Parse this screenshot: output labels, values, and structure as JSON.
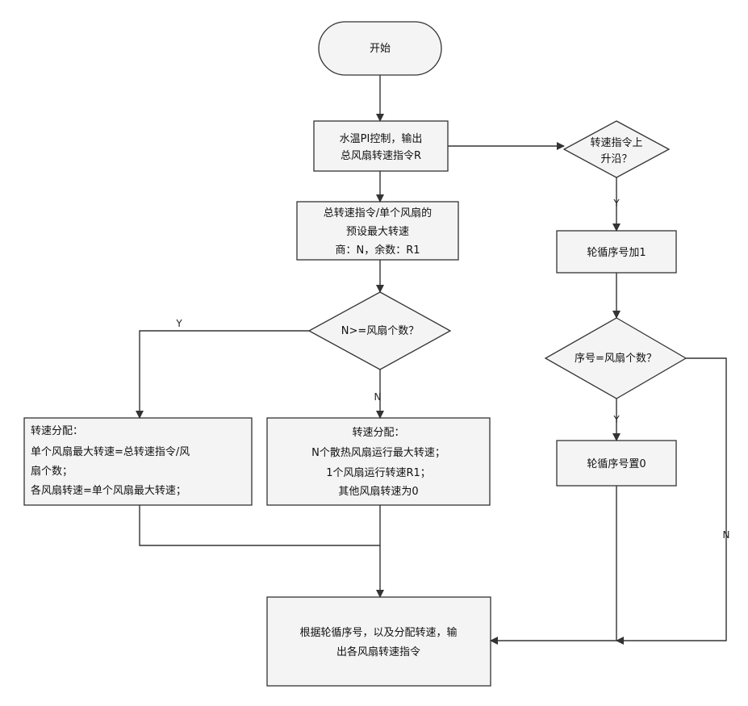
{
  "nodes": {
    "start": "开始",
    "water_pi": [
      "水温PI控制，输出",
      "总风扇转速指令R"
    ],
    "divide": [
      "总转速指令/单个风扇的",
      "预设最大转速",
      "商：N，余数：R1"
    ],
    "decision_n": "N>=风扇个数？",
    "dist_y": [
      "转速分配：",
      "单个风扇最大转速=总转速指令/风",
      "扇个数；",
      "各风扇转速=单个风扇最大转速；"
    ],
    "dist_n": [
      "转速分配：",
      "N个散热风扇运行最大转速；",
      "1个风扇运行转速R1；",
      "其他风扇转速为0"
    ],
    "rising_edge": [
      "转速指令上",
      "升沿？"
    ],
    "seq_add": "轮循序号加1",
    "seq_decision": "序号=风扇个数？",
    "seq_reset": "轮循序号置0",
    "output": [
      "根据轮循序号，以及分配转速，输",
      "出各风扇转速指令"
    ]
  },
  "labels": {
    "decision_n_yes": "Y",
    "decision_n_no": "N",
    "rising_yes": "Y",
    "seq_yes": "Y",
    "seq_no": "N"
  }
}
